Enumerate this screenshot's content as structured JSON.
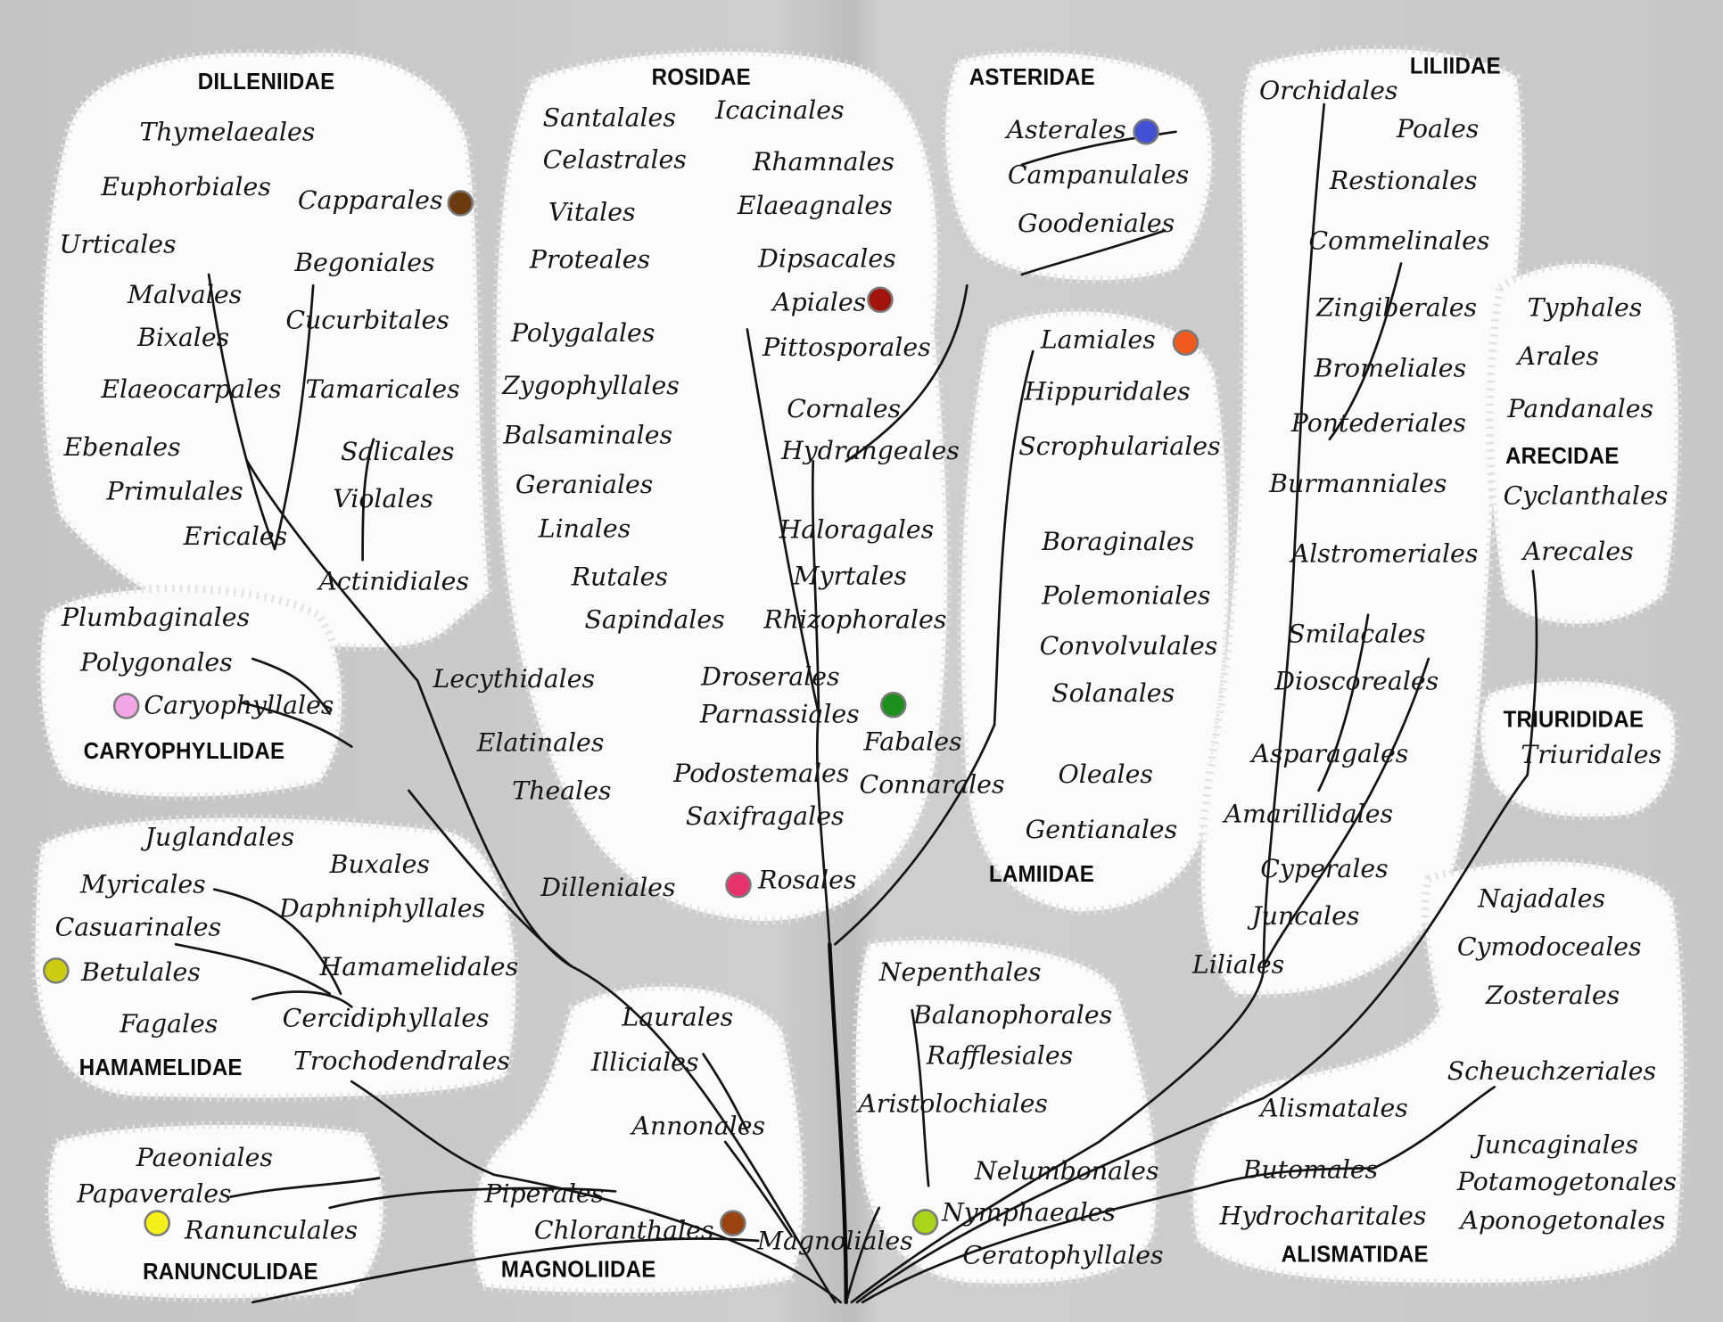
{
  "subclasses": {
    "dilleniidae": "DILLENIIDAE",
    "rosidae": "ROSIDAE",
    "asteridae": "ASTERIDAE",
    "liliidae": "LILIIDAE",
    "arecidae": "ARECIDAE",
    "caryophyllidae": "CARYOPHYLLIDAE",
    "lamiidae": "LAMIIDAE",
    "triurididae": "TRIURIDIDAE",
    "hamamelidae": "HAMAMELIDAE",
    "ranunculidae": "RANUNCULIDAE",
    "magnoliidae": "MAGNOLIIDAE",
    "alismatidae": "ALISMATIDAE"
  },
  "orders": {
    "thymelaeales": "Thymelaeales",
    "euphorbiales": "Euphorbiales",
    "capparales": "Capparales",
    "urticales": "Urticales",
    "begoniales": "Begoniales",
    "malvales": "Malvales",
    "bixales": "Bixales",
    "cucurbitales": "Cucurbitales",
    "elaeocarpales": "Elaeocarpales",
    "tamaricales": "Tamaricales",
    "ebenales": "Ebenales",
    "salicales": "Salicales",
    "primulales": "Primulales",
    "violales": "Violales",
    "ericales": "Ericales",
    "actinidiales": "Actinidiales",
    "santalales": "Santalales",
    "icacinales": "Icacinales",
    "celastrales": "Celastrales",
    "rhamnales": "Rhamnales",
    "vitales": "Vitales",
    "elaeagnales": "Elaeagnales",
    "proteales": "Proteales",
    "dipsacales": "Dipsacales",
    "apiales": "Apiales",
    "polygalales": "Polygalales",
    "pittosporales": "Pittosporales",
    "zygophyllales": "Zygophyllales",
    "balsaminales": "Balsaminales",
    "cornales": "Cornales",
    "hydrangeales": "Hydrangeales",
    "geraniales": "Geraniales",
    "haloragales": "Haloragales",
    "linales": "Linales",
    "myrtales": "Myrtales",
    "rutales": "Rutales",
    "sapindales": "Sapindales",
    "rhizophorales": "Rhizophorales",
    "asterales": "Asterales",
    "campanulales": "Campanulales",
    "goodeniales": "Goodeniales",
    "lamiales": "Lamiales",
    "hippuridales": "Hippuridales",
    "scrophulariales": "Scrophulariales",
    "boraginales": "Boraginales",
    "polemoniales": "Polemoniales",
    "convolvulales": "Convolvulales",
    "solanales": "Solanales",
    "orchidales": "Orchidales",
    "poales": "Poales",
    "restionales": "Restionales",
    "commelinales": "Commelinales",
    "zingiberales": "Zingiberales",
    "bromeliales": "Bromeliales",
    "pontederiales": "Pontederiales",
    "burmanniales": "Burmanniales",
    "alstromeriales": "Alstromeriales",
    "smilacales": "Smilacales",
    "dioscoreales": "Dioscoreales",
    "asparagales": "Asparagales",
    "amarillidales": "Amarillidales",
    "cyperales": "Cyperales",
    "juncales": "Juncales",
    "liliales": "Liliales",
    "typhales": "Typhales",
    "arales": "Arales",
    "pandanales": "Pandanales",
    "cyclanthales": "Cyclanthales",
    "arecales": "Arecales",
    "plumbaginales": "Plumbaginales",
    "polygonales": "Polygonales",
    "caryophyllales": "Caryophyllales",
    "lecythidales": "Lecythidales",
    "elatinales": "Elatinales",
    "theales": "Theales",
    "droserales": "Droserales",
    "parnassiales": "Parnassiales",
    "fabales": "Fabales",
    "connarales": "Connarales",
    "podostemales": "Podostemales",
    "saxifragales": "Saxifragales",
    "oleales": "Oleales",
    "gentianales": "Gentianales",
    "dilleniales": "Dilleniales",
    "rosales": "Rosales",
    "triuridales": "Triuridales",
    "juglandales": "Juglandales",
    "buxales": "Buxales",
    "myricales": "Myricales",
    "daphniphyllales": "Daphniphyllales",
    "casuarinales": "Casuarinales",
    "hamamelidales": "Hamamelidales",
    "betulales": "Betulales",
    "fagales": "Fagales",
    "cercidiphyllales": "Cercidiphyllales",
    "trochodendrales": "Trochodendrales",
    "laurales": "Laurales",
    "illiciales": "Illiciales",
    "annonales": "Annonales",
    "nepenthales": "Nepenthales",
    "balanophorales": "Balanophorales",
    "rafflesiales": "Rafflesiales",
    "aristolochiales": "Aristolochiales",
    "najadales": "Najadales",
    "cymodoceales": "Cymodoceales",
    "zosterales": "Zosterales",
    "scheuchzeriales": "Scheuchzeriales",
    "alismatales": "Alismatales",
    "juncaginales": "Juncaginales",
    "butomales": "Butomales",
    "potamogetonales": "Potamogetonales",
    "hydrocharitales": "Hydrocharitales",
    "aponogetonales": "Aponogetonales",
    "paeoniales": "Paeoniales",
    "papaverales": "Papaverales",
    "ranunculales": "Ranunculales",
    "piperales": "Piperales",
    "chloranthales": "Chloranthales",
    "magnoliales": "Magnoliales",
    "nelumbonales": "Nelumbonales",
    "nymphaeales": "Nymphaeales",
    "ceratophyllales": "Ceratophyllales"
  },
  "markers": {
    "capparales": "#6b3a0e",
    "apiales": "#a3140c",
    "asterales": "#4250d4",
    "lamiales": "#f05a1e",
    "caryophyllales": "#f2a6e6",
    "fabales": "#1d8f1d",
    "rosales": "#e8326e",
    "betulales": "#cccc10",
    "ranunculales": "#f5ef1a",
    "chloranthales": "#9a4210",
    "nymphaeales": "#a8d41a"
  }
}
